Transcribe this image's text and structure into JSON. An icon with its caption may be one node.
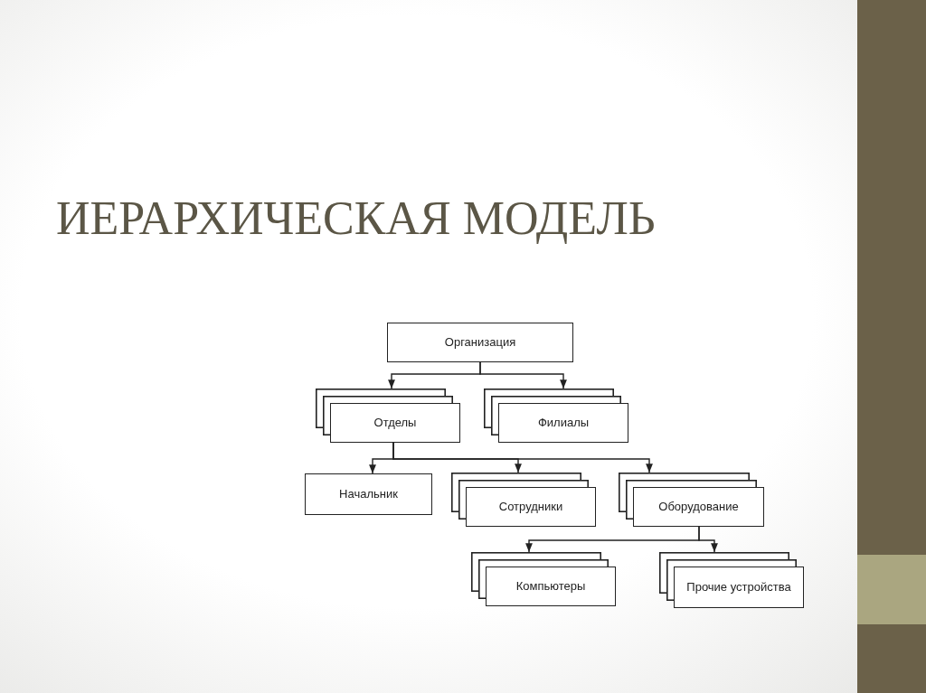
{
  "diagram": {
    "title": "ИЕРАРХИЧЕСКАЯ МОДЕЛЬ",
    "nodes": [
      {
        "text": [
          "Организация"
        ]
      },
      {
        "text": [
          "Отделы"
        ]
      },
      {
        "text": [
          "Филиалы"
        ]
      },
      {
        "text": [
          "Начальник"
        ]
      },
      {
        "text": [
          "Сотрудники"
        ]
      },
      {
        "text": [
          "Оборудование"
        ]
      },
      {
        "text": [
          "Компьютеры"
        ]
      },
      {
        "text": [
          "Прочие устройства"
        ]
      }
    ],
    "edges": [
      {
        "from": 0,
        "to": 1,
        "arrow": "to"
      },
      {
        "from": 0,
        "to": 2,
        "arrow": "to"
      },
      {
        "from": 1,
        "to": 3,
        "arrow": "to"
      },
      {
        "from": 1,
        "to": 4,
        "arrow": "to"
      },
      {
        "from": 1,
        "to": 5,
        "arrow": "to"
      },
      {
        "from": 5,
        "to": 6,
        "arrow": "to"
      },
      {
        "from": 5,
        "to": 7,
        "arrow": "to"
      }
    ]
  }
}
